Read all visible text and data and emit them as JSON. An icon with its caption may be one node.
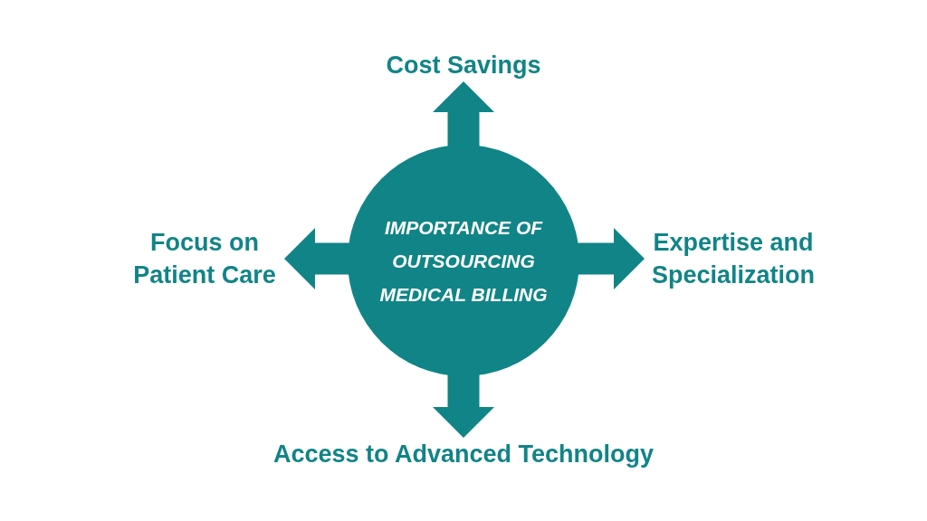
{
  "diagram": {
    "nodes": [
      {
        "text": [
          "Cost Savings"
        ]
      },
      {
        "text": [
          "Focus on Patient Care"
        ]
      },
      {
        "text": [
          "IMPORTANCE OF OUTSOURCING MEDICAL BILLING"
        ]
      },
      {
        "text": [
          "Expertise and Specialization"
        ]
      },
      {
        "text": [
          "Access to Advanced Technology"
        ]
      }
    ],
    "edges": [
      {
        "from": 2,
        "to": 0,
        "arrow": "to"
      },
      {
        "from": 2,
        "to": 1,
        "arrow": "to"
      },
      {
        "from": 2,
        "to": 3,
        "arrow": "to"
      },
      {
        "from": 2,
        "to": 4,
        "arrow": "to"
      }
    ]
  }
}
